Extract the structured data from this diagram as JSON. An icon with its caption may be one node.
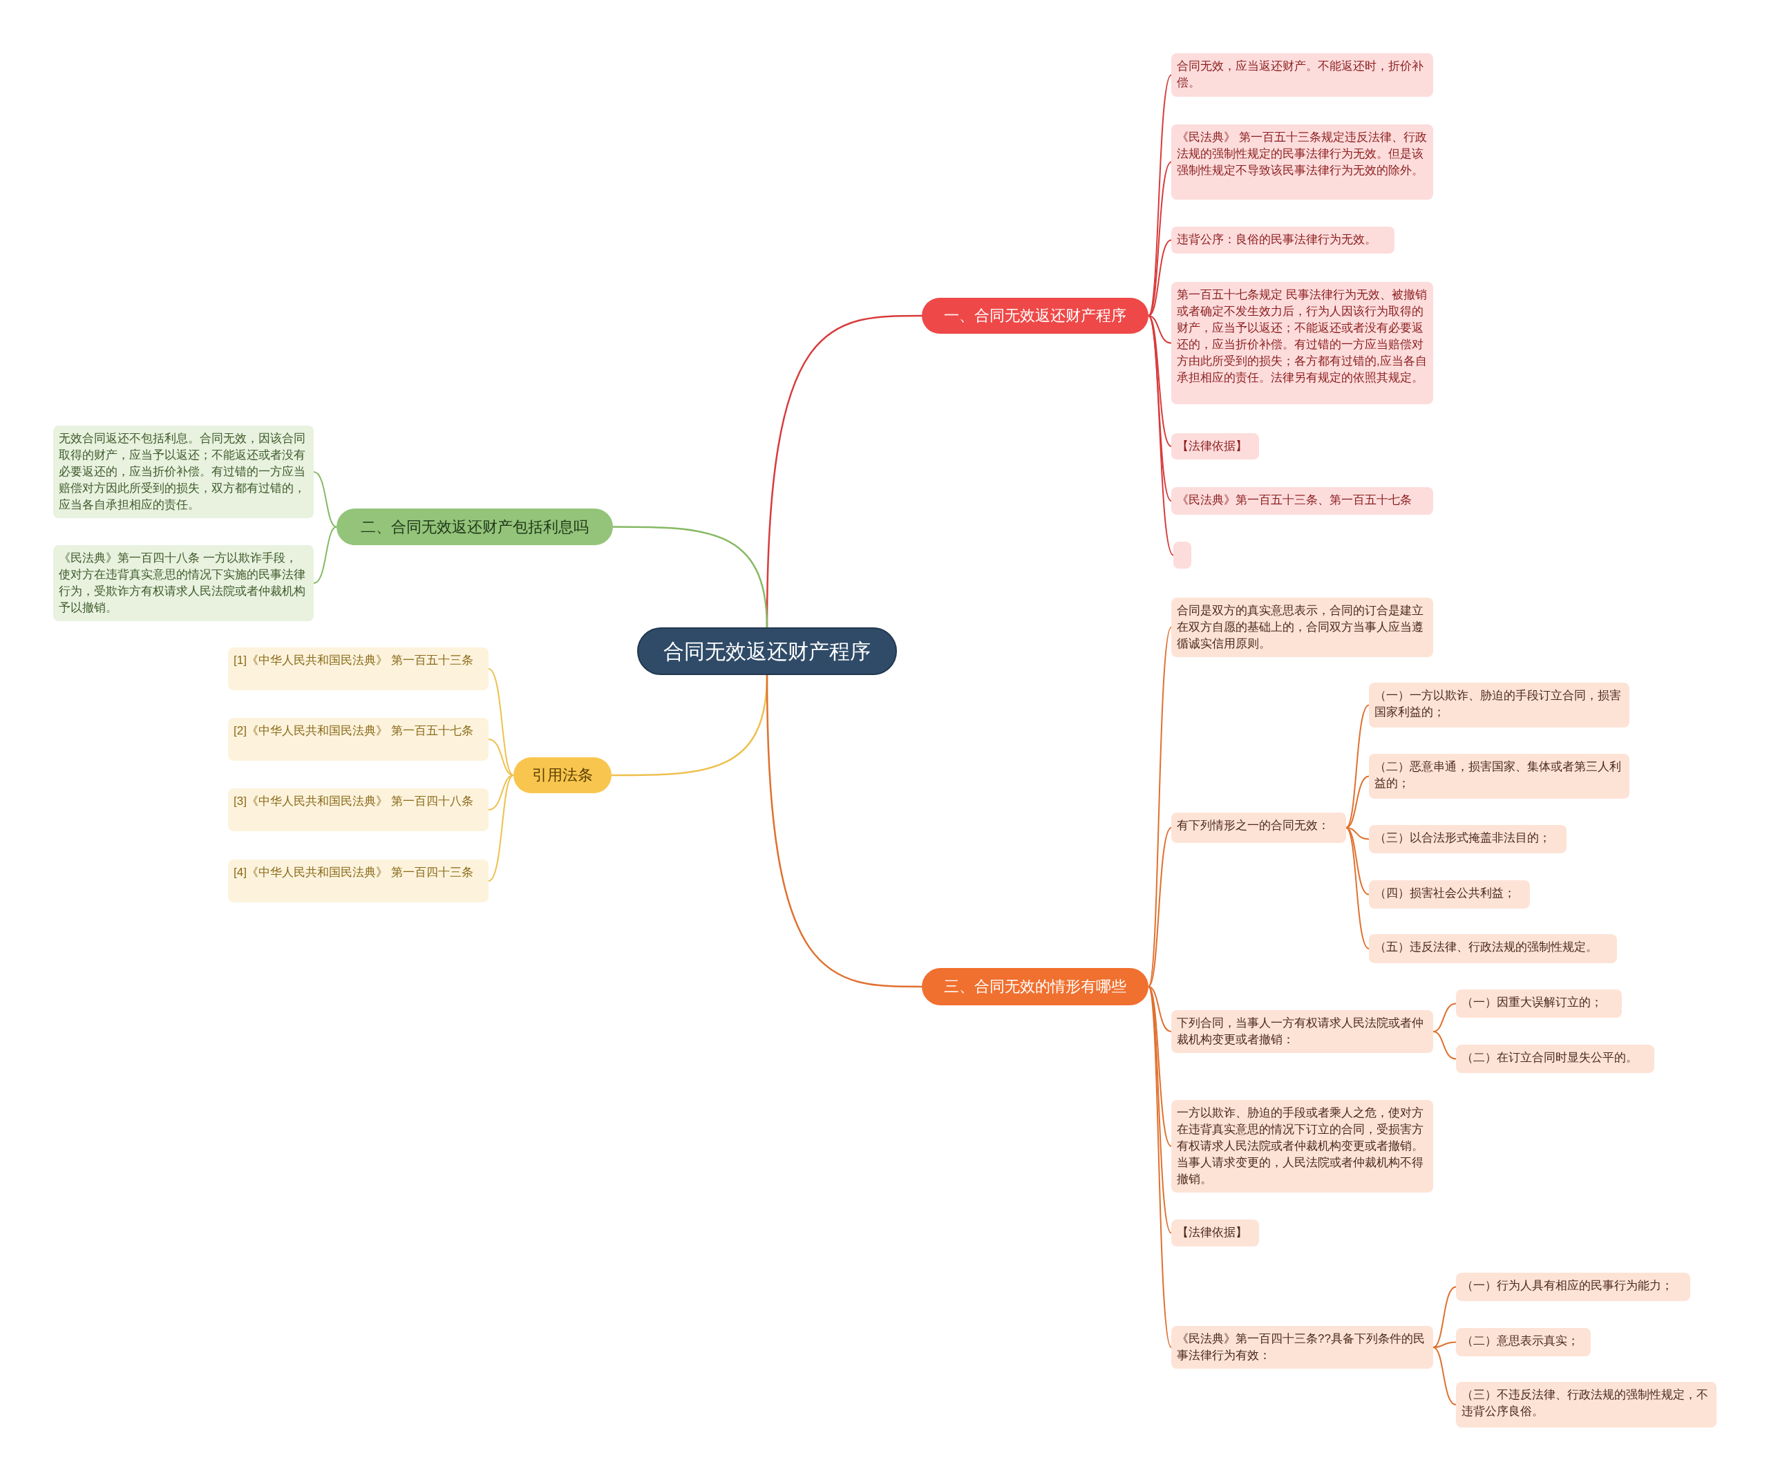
{
  "diagram": {
    "nodes": [
      {
        "text": [
          "合同无效返还财产程序"
        ]
      },
      {
        "text": [
          "一、合同无效返还财产程序"
        ]
      },
      {
        "text": [
          "合同无效，应当返还财产。不能返还时，折价补偿。"
        ]
      },
      {
        "text": [
          "《民法典》 第一百五十三条规定违反法律、行政法规的强制性规定的民事法律行为无效。但是该强制性规定不导致该民事法律行为无效的除外。"
        ]
      },
      {
        "text": [
          "违背公序：良俗的民事法律行为无效。"
        ]
      },
      {
        "text": [
          "第一百五十七条规定 民事法律行为无效、被撤销或者确定不发生效力后，行为人因该行为取得的财产，应当予以返还；不能返还或者没有必要返还的，应当折价补偿。有过错的一方应当赔偿对方由此所受到的损失；各方都有过错的,应当各自承担相应的责任。法律另有规定的依照其规定。"
        ]
      },
      {
        "text": [
          "【法律依据】"
        ]
      },
      {
        "text": [
          "《民法典》第一百五十三条、第一百五十七条"
        ]
      },
      {
        "text": [],
        "shape": "box"
      },
      {
        "text": [
          "二、合同无效返还财产包括利息吗"
        ]
      },
      {
        "text": [
          "无效合同返还不包括利息。合同无效，因该合同取得的财产，应当予以返还；不能返还或者没有必要返还的，应当折价补偿。有过错的一方应当赔偿对方因此所受到的损失，双方都有过错的，应当各自承担相应的责任。"
        ]
      },
      {
        "text": [
          "《民法典》第一百四十八条 一方以欺诈手段，使对方在违背真实意思的情况下实施的民事法律行为，受欺诈方有权请求人民法院或者仲裁机构予以撤销。"
        ]
      },
      {
        "text": [
          "引用法条"
        ]
      },
      {
        "text": [
          "[1]《中华人民共和国民法典》 第一百五十三条"
        ]
      },
      {
        "text": [
          "[2]《中华人民共和国民法典》 第一百五十七条"
        ]
      },
      {
        "text": [
          "[3]《中华人民共和国民法典》 第一百四十八条"
        ]
      },
      {
        "text": [
          "[4]《中华人民共和国民法典》 第一百四十三条"
        ]
      },
      {
        "text": [
          "三、合同无效的情形有哪些"
        ]
      },
      {
        "text": [
          "合同是双方的真实意思表示，合同的订合是建立在双方自愿的基础上的，合同双方当事人应当遵循诚实信用原则。"
        ]
      },
      {
        "text": [
          "有下列情形之一的合同无效："
        ]
      },
      {
        "text": [
          "（一）一方以欺诈、胁迫的手段订立合同，损害国家利益的；"
        ]
      },
      {
        "text": [
          "（二）恶意串通，损害国家、集体或者第三人利益的；"
        ]
      },
      {
        "text": [
          "（三）以合法形式掩盖非法目的；"
        ]
      },
      {
        "text": [
          "（四）损害社会公共利益；"
        ]
      },
      {
        "text": [
          "（五）违反法律、行政法规的强制性规定。"
        ]
      },
      {
        "text": [
          "下列合同，当事人一方有权请求人民法院或者仲裁机构变更或者撤销："
        ]
      },
      {
        "text": [
          "（一）因重大误解订立的；"
        ]
      },
      {
        "text": [
          "（二）在订立合同时显失公平的。"
        ]
      },
      {
        "text": [
          "一方以欺诈、胁迫的手段或者乘人之危，使对方在违背真实意思的情况下订立的合同，受损害方有权请求人民法院或者仲裁机构变更或者撤销。当事人请求变更的，人民法院或者仲裁机构不得撤销。"
        ]
      },
      {
        "text": [
          "【法律依据】"
        ]
      },
      {
        "text": [
          "《民法典》第一百四十三条??具备下列条件的民事法律行为有效："
        ]
      },
      {
        "text": [
          "（一）行为人具有相应的民事行为能力；"
        ]
      },
      {
        "text": [
          "（二）意思表示真实；"
        ]
      },
      {
        "text": [
          "（三）不违反法律、行政法规的强制性规定，不违背公序良俗。"
        ]
      }
    ],
    "edges": [
      {
        "from": 0,
        "to": 1,
        "arrow": "none",
        "color": "#d83b3b"
      },
      {
        "from": 1,
        "to": 2,
        "arrow": "none",
        "color": "#d83b3b"
      },
      {
        "from": 1,
        "to": 3,
        "arrow": "none",
        "color": "#d83b3b"
      },
      {
        "from": 1,
        "to": 4,
        "arrow": "none",
        "color": "#d83b3b"
      },
      {
        "from": 1,
        "to": 5,
        "arrow": "none",
        "color": "#d83b3b"
      },
      {
        "from": 1,
        "to": 6,
        "arrow": "none",
        "color": "#d83b3b"
      },
      {
        "from": 1,
        "to": 7,
        "arrow": "none",
        "color": "#d83b3b"
      },
      {
        "from": 1,
        "to": 8,
        "arrow": "none",
        "color": "#d83b3b"
      },
      {
        "from": 0,
        "to": 9,
        "arrow": "none",
        "color": "#86b964"
      },
      {
        "from": 9,
        "to": 10,
        "arrow": "none",
        "color": "#86b964"
      },
      {
        "from": 9,
        "to": 11,
        "arrow": "none",
        "color": "#86b964"
      },
      {
        "from": 0,
        "to": 12,
        "arrow": "none",
        "color": "#eec04e"
      },
      {
        "from": 12,
        "to": 13,
        "arrow": "none",
        "color": "#eec04e"
      },
      {
        "from": 12,
        "to": 14,
        "arrow": "none",
        "color": "#eec04e"
      },
      {
        "from": 12,
        "to": 15,
        "arrow": "none",
        "color": "#eec04e"
      },
      {
        "from": 12,
        "to": 16,
        "arrow": "none",
        "color": "#eec04e"
      },
      {
        "from": 0,
        "to": 17,
        "arrow": "none"
      },
      {
        "from": 17,
        "to": 18,
        "arrow": "none"
      },
      {
        "from": 17,
        "to": 19,
        "arrow": "none"
      },
      {
        "from": 19,
        "to": 20,
        "arrow": "none"
      },
      {
        "from": 19,
        "to": 21,
        "arrow": "none"
      },
      {
        "from": 19,
        "to": 22,
        "arrow": "none"
      },
      {
        "from": 19,
        "to": 23,
        "arrow": "none"
      },
      {
        "from": 19,
        "to": 24,
        "arrow": "none"
      },
      {
        "from": 17,
        "to": 25,
        "arrow": "none"
      },
      {
        "from": 25,
        "to": 26,
        "arrow": "none"
      },
      {
        "from": 25,
        "to": 27,
        "arrow": "none"
      },
      {
        "from": 17,
        "to": 28,
        "arrow": "none"
      },
      {
        "from": 17,
        "to": 29,
        "arrow": "none"
      },
      {
        "from": 17,
        "to": 30,
        "arrow": "none"
      },
      {
        "from": 30,
        "to": 31,
        "arrow": "none"
      },
      {
        "from": 30,
        "to": 32,
        "arrow": "none"
      },
      {
        "from": 30,
        "to": 33,
        "arrow": "none"
      }
    ]
  }
}
